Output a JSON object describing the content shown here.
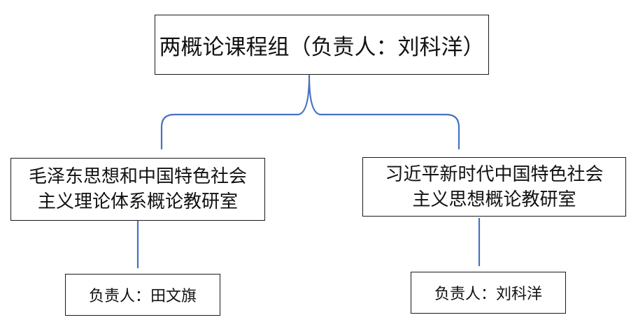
{
  "root": {
    "label": "两概论课程组（负责人：刘科洋）"
  },
  "departments": [
    {
      "line1": "毛泽东思想和中国特色社会",
      "line2": "主义理论体系概论教研室",
      "leader": "负责人：田文旗"
    },
    {
      "line1": "习近平新时代中国特色社会",
      "line2": "主义思想概论教研室",
      "leader": "负责人：刘科洋"
    }
  ],
  "colors": {
    "connector": "#4472c4",
    "border": "#1a1a1a",
    "text": "#111111"
  }
}
